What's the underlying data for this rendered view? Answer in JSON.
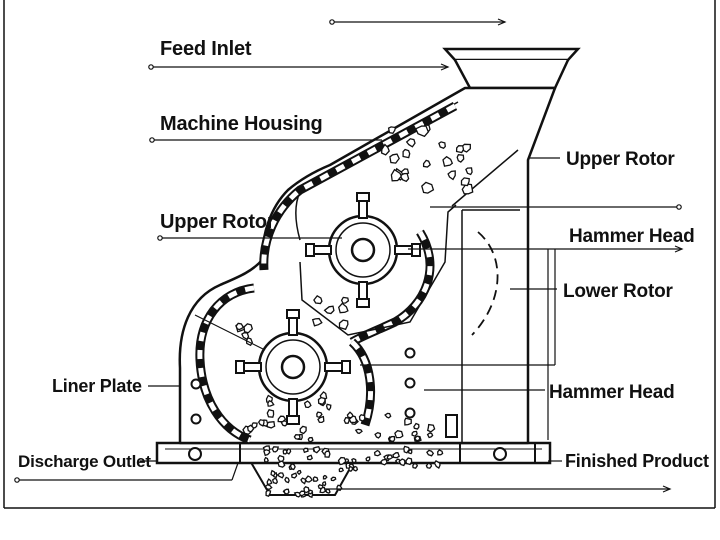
{
  "labels": {
    "feed_inlet": "Feed Inlet",
    "machine_housing": "Machine Housing",
    "upper_rotor_left": "Upper Rotor",
    "upper_rotor_right": "Upper Rotor",
    "hammer_head_top": "Hammer Head",
    "lower_rotor": "Lower Rotor",
    "liner_plate": "Liner Plate",
    "hammer_head_bottom": "Hammer Head",
    "discharge_outlet": "Discharge Outlet",
    "finished_product": "Finished Product"
  },
  "colors": {
    "ink": "#111111",
    "paper": "#ffffff"
  }
}
